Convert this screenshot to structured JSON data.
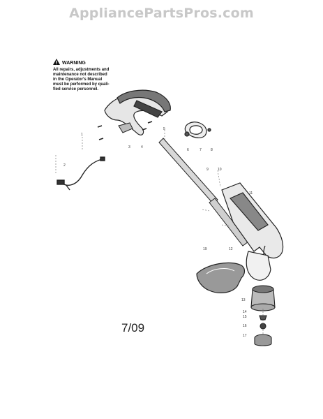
{
  "watermark": "AppliancePartsPros.com",
  "warning": {
    "icon": "warning-triangle-icon",
    "title": "WARNING",
    "body": "All repairs, adjustments and\nmaintenance not described\nin the Operator's Manual\nmust be performed by quali-\nfied service personnel."
  },
  "callouts": [
    "1",
    "2",
    "3",
    "4",
    "5",
    "6",
    "7",
    "8",
    "9",
    "10",
    "11",
    "12",
    "13",
    "14",
    "15",
    "16",
    "17",
    "19"
  ],
  "date_code": "7/09"
}
